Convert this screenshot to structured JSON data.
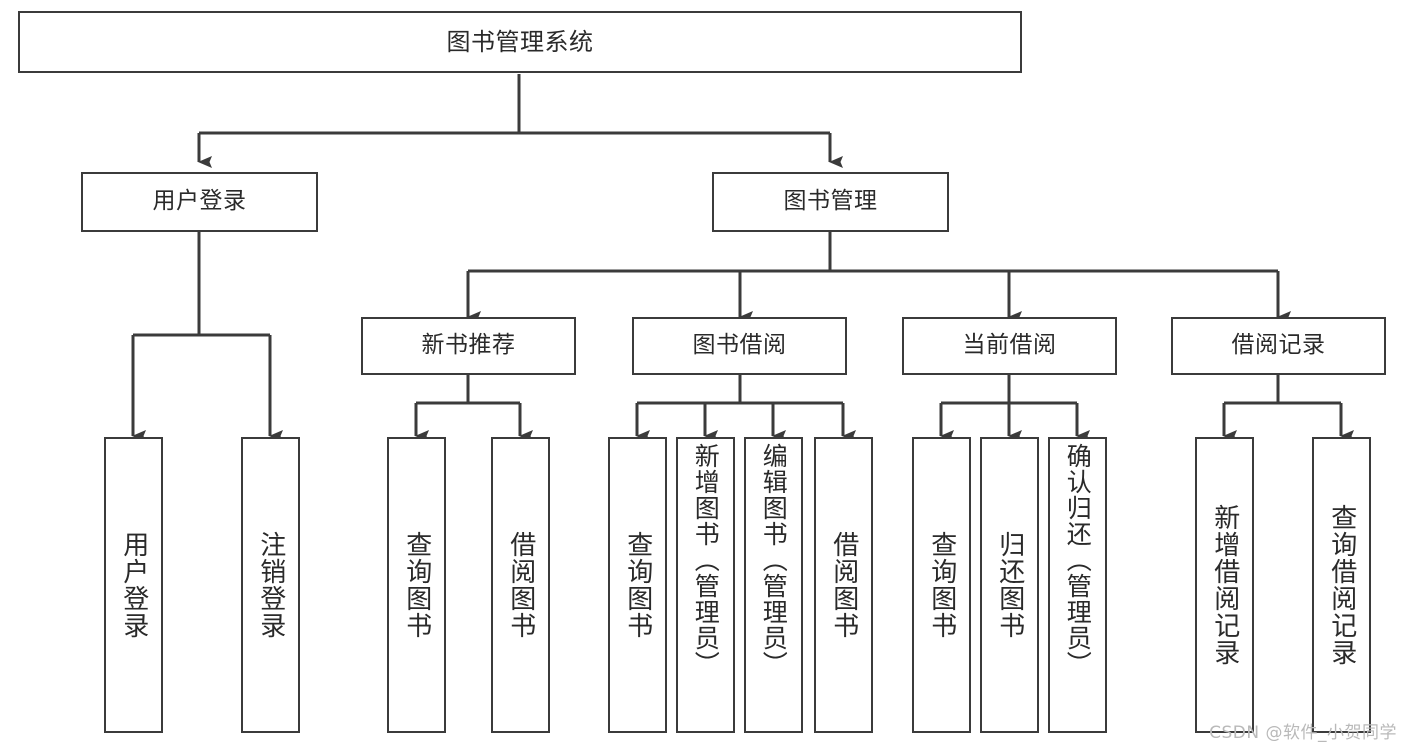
{
  "diagram": {
    "title": "图书管理系统",
    "watermark": "CSDN @软件_小贺同学",
    "stroke_color": "#3b3b3b",
    "text_color": "#2a2a2a",
    "background_color": "#ffffff"
  },
  "nodes": {
    "root": {
      "label": "图书管理系统"
    },
    "level1": [
      {
        "label": "用户登录"
      },
      {
        "label": "图书管理"
      }
    ],
    "level2": [
      {
        "label": "新书推荐"
      },
      {
        "label": "图书借阅"
      },
      {
        "label": "当前借阅"
      },
      {
        "label": "借阅记录"
      }
    ],
    "leaves": {
      "user_login": [
        {
          "label": "用户登录"
        },
        {
          "label": "注销登录"
        }
      ],
      "new_book_rec": [
        {
          "label": "查询图书"
        },
        {
          "label": "借阅图书"
        }
      ],
      "book_borrow": [
        {
          "label": "查询图书"
        },
        {
          "label": "新增图书（管理员）"
        },
        {
          "label": "编辑图书（管理员）"
        },
        {
          "label": "借阅图书"
        }
      ],
      "current_borrow": [
        {
          "label": "查询图书"
        },
        {
          "label": "归还图书"
        },
        {
          "label": "确认归还（管理员）"
        }
      ],
      "borrow_record": [
        {
          "label": "新增借阅记录"
        },
        {
          "label": "查询借阅记录"
        }
      ]
    }
  }
}
